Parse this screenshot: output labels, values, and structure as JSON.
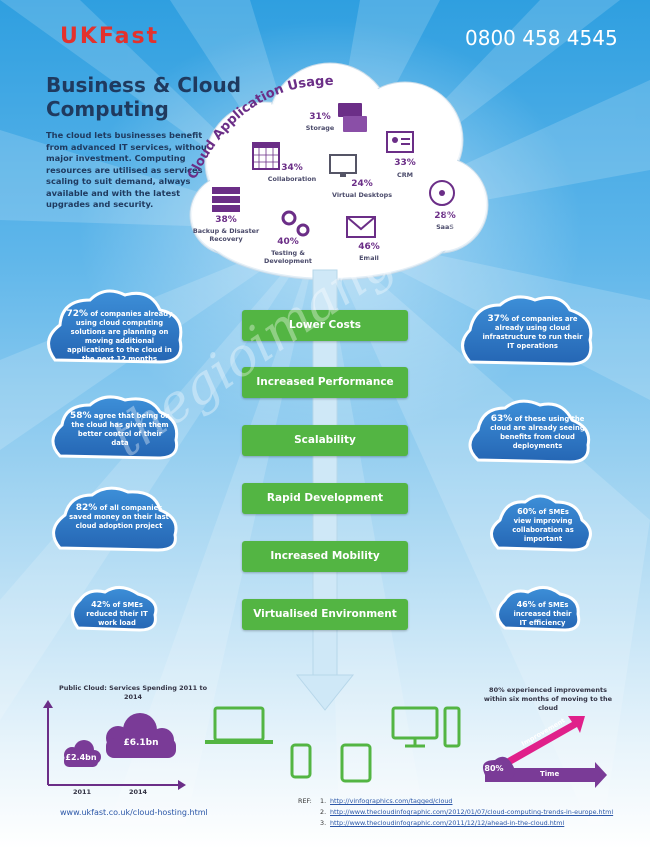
{
  "header": {
    "logo": "UKFast",
    "phone": "0800 458 4545"
  },
  "title": "Business & Cloud Computing",
  "intro": "The cloud lets businesses benefit from advanced IT services, without major investment. Computing resources are utilised as services scaling to suit demand, always available and with the latest upgrades and security.",
  "cloud": {
    "heading": "Cloud Application Usage",
    "items": [
      {
        "pct": "31%",
        "label": "Storage",
        "icon": "folder-icon"
      },
      {
        "pct": "34%",
        "label": "Collaboration",
        "icon": "calendar-icon"
      },
      {
        "pct": "33%",
        "label": "CRM",
        "icon": "contact-card-icon"
      },
      {
        "pct": "24%",
        "label": "Virtual Desktops",
        "icon": "monitor-icon"
      },
      {
        "pct": "28%",
        "label": "SaaS",
        "icon": "disc-icon"
      },
      {
        "pct": "38%",
        "label": "Backup & Disaster Recovery",
        "icon": "server-stack-icon"
      },
      {
        "pct": "40%",
        "label": "Testing & Development",
        "icon": "gears-icon"
      },
      {
        "pct": "46%",
        "label": "Email",
        "icon": "envelope-icon"
      }
    ]
  },
  "benefits": [
    "Lower Costs",
    "Increased Performance",
    "Scalability",
    "Rapid Development",
    "Increased Mobility",
    "Virtualised Environment"
  ],
  "stats_left": [
    {
      "pct": "72%",
      "text": "of companies already using cloud computing solutions are planning on moving additional applications to the cloud in the next 12 months"
    },
    {
      "pct": "58%",
      "text": "agree that being on the cloud has given them better control of their data"
    },
    {
      "pct": "82%",
      "text": "of all companies saved money on their last cloud adoption project"
    },
    {
      "pct": "42%",
      "text": "of SMEs reduced their IT work load"
    }
  ],
  "stats_right": [
    {
      "pct": "37%",
      "text": "of companies are already using cloud infrastructure to run their IT operations"
    },
    {
      "pct": "63%",
      "text": "of these using the cloud are already seeing benefits from cloud deployments"
    },
    {
      "pct": "60%",
      "text": "of SMEs view improving collaboration as important"
    },
    {
      "pct": "46%",
      "text": "of SMEs increased their IT efficiency"
    }
  ],
  "spending": {
    "title": "Public Cloud: Services Spending 2011 to 2014",
    "bars": [
      {
        "year": "2011",
        "value": "£2.4bn"
      },
      {
        "year": "2014",
        "value": "£6.1bn"
      }
    ]
  },
  "improvement": {
    "title": "80% experienced improvements within six months of moving to the cloud",
    "pct": "80%",
    "diag_label": "Improvement",
    "axis_label": "Time"
  },
  "footer": {
    "url": "www.ukfast.co.uk/cloud-hosting.html",
    "ref_label": "REF:",
    "refs": [
      {
        "num": "1.",
        "url": "http://vinfographics.com/tagged/cloud"
      },
      {
        "num": "2.",
        "url": "http://www.thecloudinfographic.com/2012/01/07/cloud-computing-trends-in-europe.html"
      },
      {
        "num": "3.",
        "url": "http://www.thecloudinfographic.com/2011/12/12/ahead-in-the-cloud.html"
      }
    ]
  },
  "watermark": "thegioimang.vn",
  "colors": {
    "accent_purple": "#6b2e87",
    "green": "#53b543",
    "red": "#e3312d",
    "bubble_blue": "#2f6fc0"
  }
}
